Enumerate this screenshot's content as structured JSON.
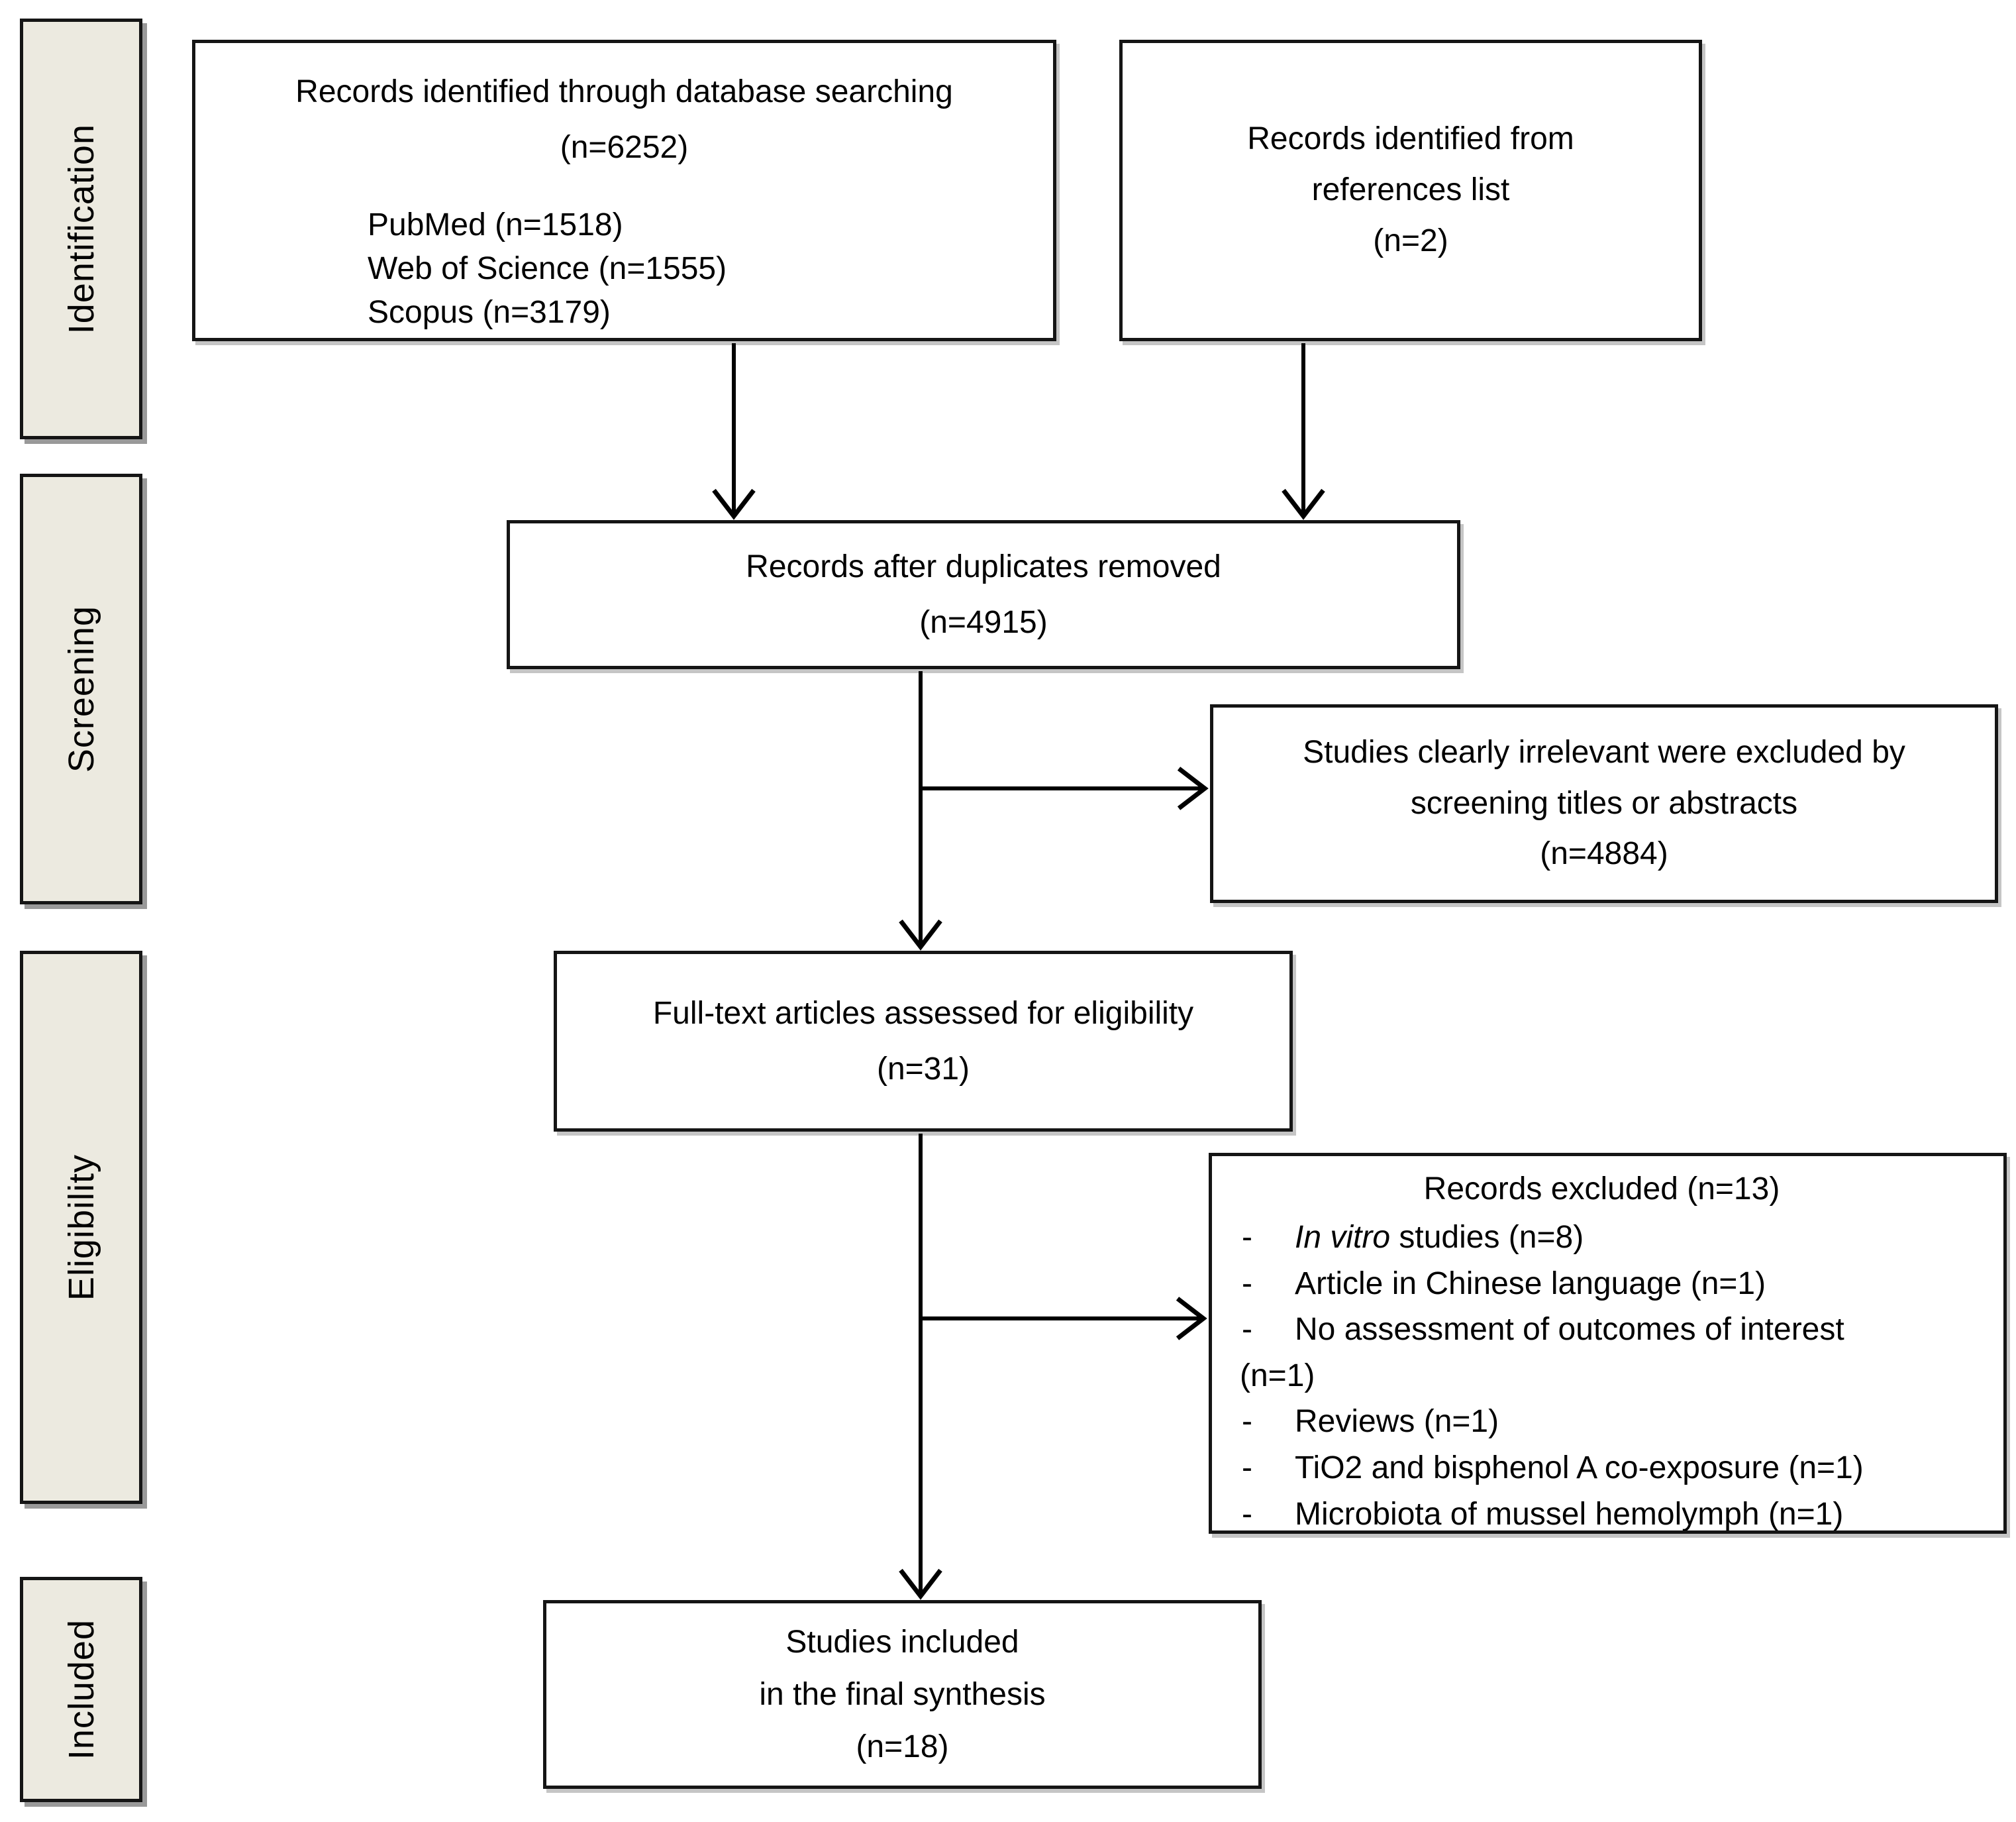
{
  "sidebar": {
    "stages": [
      "Identification",
      "Screening",
      "Eligibility",
      "Included"
    ]
  },
  "boxes": {
    "db_search": {
      "header": "Records identified through database searching\n(n=6252)",
      "sources": "PubMed (n=1518)\nWeb of Science (n=1555)\nScopus (n=3179)"
    },
    "references": {
      "text": "Records identified from\nreferences list\n(n=2)"
    },
    "duplicates": {
      "text": "Records after duplicates removed\n(n=4915)"
    },
    "irrelevant": {
      "text": "Studies clearly irrelevant were excluded by\nscreening titles or abstracts\n(n=4884)"
    },
    "fulltext": {
      "text": "Full-text articles assessed for eligibility\n(n=31)"
    },
    "excluded": {
      "title": "Records excluded (n=13)",
      "items": [
        {
          "dash": "-",
          "italic": "In vitro",
          "text": " studies (n=8)"
        },
        {
          "dash": "-",
          "italic": "",
          "text": "Article in Chinese language (n=1)"
        },
        {
          "dash": "-",
          "italic": "",
          "text": "No assessment of outcomes of interest"
        },
        {
          "dash": "",
          "italic": "",
          "text": "(n=1)"
        },
        {
          "dash": "-",
          "italic": "",
          "text": "Reviews (n=1)"
        },
        {
          "dash": "-",
          "italic": "",
          "text": "TiO2 and bisphenol A co-exposure (n=1)"
        },
        {
          "dash": "-",
          "italic": "",
          "text": "Microbiota of mussel hemolymph (n=1)"
        }
      ]
    },
    "included": {
      "text": "Studies included\nin the final synthesis\n(n=18)"
    }
  },
  "colors": {
    "stage_fill": "#ECEAE0",
    "box_fill": "#FFFFFF",
    "line": "#000000"
  }
}
